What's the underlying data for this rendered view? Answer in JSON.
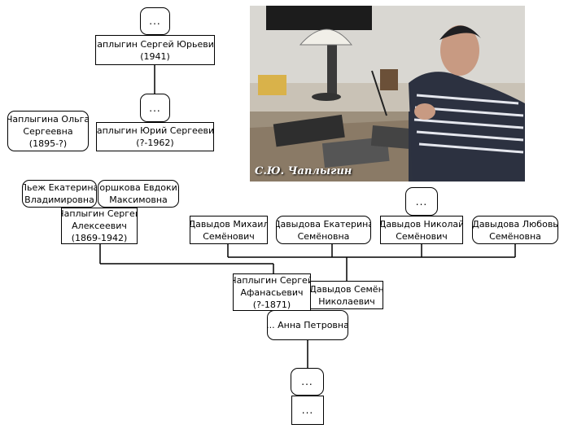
{
  "photo": {
    "caption": "С.Ю. Чаплыгин"
  },
  "nodes": {
    "top_ellipsis": "...",
    "sergey_yurievich": {
      "name": "Чаплыгин Сергей Юрьевич",
      "years": "(1941)"
    },
    "mid_ellipsis": "...",
    "olga": {
      "line1": "Чаплыгина Ольга",
      "line2": "Сергеевна",
      "years": "(1895-?)"
    },
    "yuri": {
      "name": "Чаплыгин Юрий Сергеевич",
      "years": "(?-1962)"
    },
    "lyezh": {
      "line1": "Льеж Екатерина",
      "line2": "Владимировна"
    },
    "gorshkova": {
      "line1": "Горшкова Евдокия",
      "line2": "Максимовна"
    },
    "sergey_alekseevich": {
      "line1": "Чаплыгин Сергей",
      "line2": "Алексеевич",
      "years": "(1869-1942)"
    },
    "nikolay_ellipsis": "...",
    "mikhail": {
      "line1": "Давыдов Михаил",
      "line2": "Семёнович"
    },
    "ekaterina": {
      "line1": "Давыдова Екатерина",
      "line2": "Семёновна"
    },
    "nikolay": {
      "line1": "Давыдов Николай",
      "line2": "Семёнович"
    },
    "lyubov": {
      "line1": "Давыдова Любовь",
      "line2": "Семёновна"
    },
    "sergey_afanasievich": {
      "line1": "Чаплыгин Сергей",
      "line2": "Афанасьевич",
      "years": "(?-1871)"
    },
    "semyon": {
      "line1": "Давыдов Семён",
      "line2": "Николаевич"
    },
    "anna": "... Анна Петровна",
    "bottom_ellipsis_1": "...",
    "bottom_ellipsis_2": "..."
  }
}
